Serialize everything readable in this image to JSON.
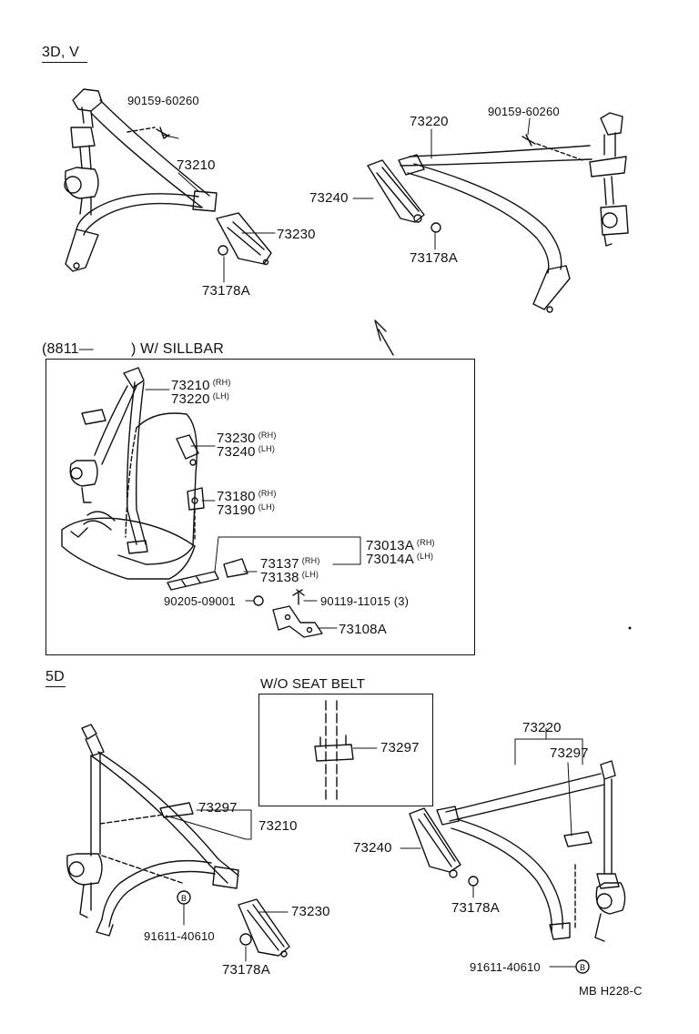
{
  "sections": {
    "s3d": "3D, V",
    "sillbar_left": "(8811—",
    "sillbar_right": ") W/ SILLBAR",
    "s5d": "5D",
    "wo_seat_belt": "W/O  SEAT  BELT"
  },
  "top": {
    "bolt_left": "90159-60260",
    "p73210": "73210",
    "p73230": "73230",
    "p73178a_left": "73178A",
    "p73220": "73220",
    "bolt_right": "90159-60260",
    "p73240": "73240",
    "p73178a_right": "73178A"
  },
  "sill": {
    "p73210": "73210",
    "p73210_tag": "(RH)",
    "p73220": "73220",
    "p73220_tag": "(LH)",
    "p73230": "73230",
    "p73230_tag": "(RH)",
    "p73240": "73240",
    "p73240_tag": "(LH)",
    "p73180": "73180",
    "p73180_tag": "(RH)",
    "p73190": "73190",
    "p73190_tag": "(LH)",
    "p73013a": "73013A",
    "p73013a_tag": "(RH)",
    "p73014a": "73014A",
    "p73014a_tag": "(LH)",
    "p73137": "73137",
    "p73137_tag": "(RH)",
    "p73138": "73138",
    "p73138_tag": "(LH)",
    "p90205": "90205-09001",
    "p90119": "90119-11015 (3)",
    "p73108a": "73108A"
  },
  "bottom": {
    "p73297_box": "73297",
    "p73297_left": "73297",
    "p73210": "73210",
    "p73230": "73230",
    "p91611_left": "91611-40610",
    "p73178a_left": "73178A",
    "p73220": "73220",
    "p73297_right": "73297",
    "p73240": "73240",
    "p73178a_right": "73178A",
    "p91611_right": "91611-40610",
    "code": "MB  H228-C"
  }
}
